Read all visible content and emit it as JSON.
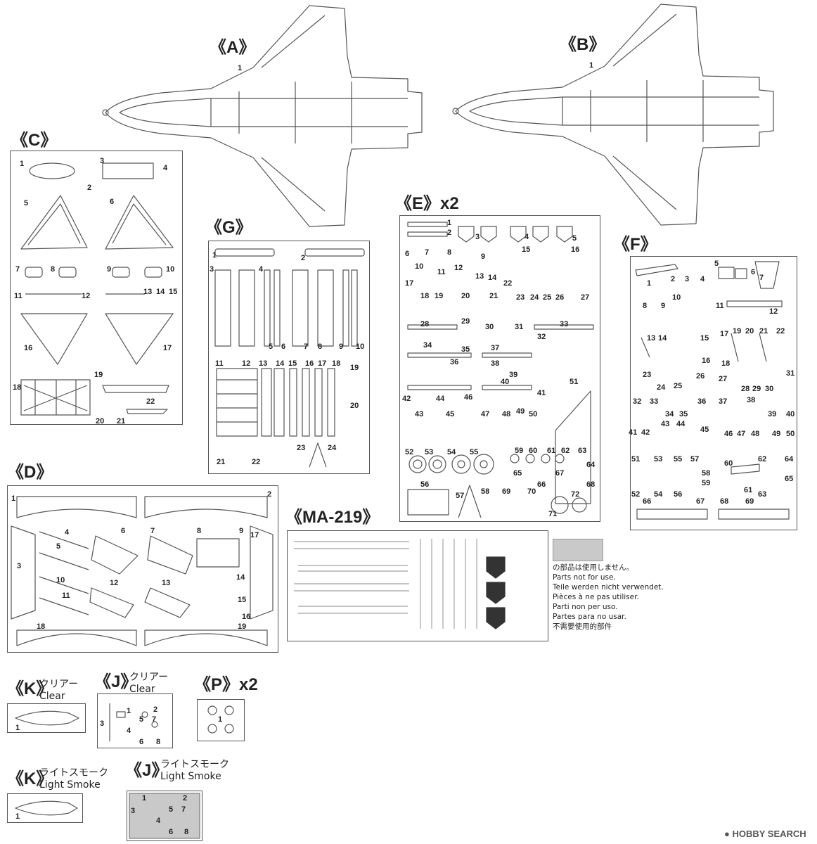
{
  "titles": {
    "a": "《A》",
    "b": "《B》",
    "c": "《C》",
    "d": "《D》",
    "e": "《E》x2",
    "f": "《F》",
    "g": "《G》",
    "ma": "《MA-219》",
    "k_clear": "《K》",
    "k_clear_jp": "クリアー",
    "k_clear_en": "Clear",
    "j_clear": "《J》",
    "j_clear_jp": "クリアー",
    "j_clear_en": "Clear",
    "p": "《P》x2",
    "k_smoke": "《K》",
    "k_smoke_jp": "ライトスモーク",
    "k_smoke_en": "Light Smoke",
    "j_smoke": "《J》",
    "j_smoke_jp": "ライトスモーク",
    "j_smoke_en": "Light Smoke"
  },
  "legend": {
    "lines": [
      "の部品は使用しません。",
      "Parts not for use.",
      "Teile werden nicht verwendet.",
      "Pièces à ne pas utiliser.",
      "Parti non per uso.",
      "Partes para no usar.",
      "不需要使用的部件"
    ],
    "swatch_color": "#c9c9c9"
  },
  "watermark": "HOBBY SEARCH",
  "numbers": {
    "a": [
      "1"
    ],
    "b": [
      "1"
    ],
    "c": [
      "1",
      "2",
      "3",
      "4",
      "5",
      "6",
      "7",
      "8",
      "9",
      "10",
      "11",
      "12",
      "13",
      "14",
      "15",
      "16",
      "17",
      "18",
      "19",
      "20",
      "21",
      "22"
    ],
    "d": [
      "1",
      "2",
      "3",
      "4",
      "5",
      "6",
      "7",
      "8",
      "9",
      "10",
      "11",
      "12",
      "13",
      "14",
      "15",
      "16",
      "17",
      "18",
      "19"
    ],
    "e": [
      "1",
      "2",
      "3",
      "4",
      "5",
      "6",
      "7",
      "8",
      "9",
      "10",
      "11",
      "12",
      "13",
      "14",
      "15",
      "16",
      "17",
      "18",
      "19",
      "20",
      "21",
      "22",
      "23",
      "24",
      "25",
      "26",
      "27",
      "28",
      "29",
      "30",
      "31",
      "32",
      "33",
      "34",
      "35",
      "36",
      "37",
      "38",
      "39",
      "40",
      "41",
      "42",
      "43",
      "44",
      "45",
      "46",
      "47",
      "48",
      "49",
      "50",
      "51",
      "52",
      "53",
      "54",
      "55",
      "56",
      "57",
      "58",
      "59",
      "60",
      "61",
      "62",
      "63",
      "64",
      "65",
      "66",
      "67",
      "68",
      "69",
      "70",
      "71",
      "72"
    ],
    "f": [
      "1",
      "2",
      "3",
      "4",
      "5",
      "6",
      "7",
      "8",
      "9",
      "10",
      "11",
      "12",
      "13",
      "14",
      "15",
      "16",
      "17",
      "18",
      "19",
      "20",
      "21",
      "22",
      "23",
      "24",
      "25",
      "26",
      "27",
      "28",
      "29",
      "30",
      "31",
      "32",
      "33",
      "34",
      "35",
      "36",
      "37",
      "38",
      "39",
      "40",
      "41",
      "42",
      "43",
      "44",
      "45",
      "46",
      "47",
      "48",
      "49",
      "50",
      "51",
      "52",
      "53",
      "54",
      "55",
      "56",
      "57",
      "58",
      "59",
      "60",
      "61",
      "62",
      "63",
      "64",
      "65",
      "66",
      "67",
      "68",
      "69"
    ],
    "g": [
      "1",
      "2",
      "3",
      "4",
      "5",
      "6",
      "7",
      "8",
      "9",
      "10",
      "11",
      "12",
      "13",
      "14",
      "15",
      "16",
      "17",
      "18",
      "19",
      "20",
      "21",
      "22",
      "23",
      "24"
    ],
    "k_clear": [
      "1"
    ],
    "j_clear": [
      "1",
      "2",
      "3",
      "4",
      "5",
      "6",
      "7",
      "8"
    ],
    "p": [
      "1"
    ],
    "k_smoke": [
      "1"
    ],
    "j_smoke": [
      "1",
      "2",
      "3",
      "4",
      "5",
      "6",
      "7",
      "8"
    ]
  },
  "colors": {
    "line": "#555555",
    "ink": "#222222",
    "unused_fill": "#c9c9c9"
  }
}
